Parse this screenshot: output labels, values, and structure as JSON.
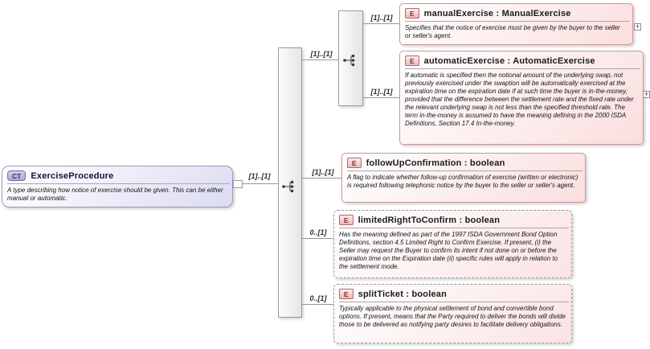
{
  "diagram_type": "xsd-schema-diagram",
  "root_box": {
    "badge": "CT",
    "title": "ExerciseProcedure",
    "description": "A type describing how notice of exercise should be given. This can be either manual or automatic."
  },
  "icons": {
    "expand": "+"
  },
  "cardinalities": {
    "root_to_sequence": "[1]..[1]",
    "sequence_to_choice": "[1]..[1]",
    "choice_to_manual_exercise": "[1]..[1]",
    "choice_to_automatic_exercise": "[1]..[1]",
    "sequence_to_follow_up_confirmation": "[1]..[1]",
    "sequence_to_limited_right_to_confirm": "0..[1]",
    "sequence_to_split_ticket": "0..[1]"
  },
  "elements": [
    {
      "badge": "E",
      "name": "manualExercise",
      "type": "ManualExercise",
      "label": "manualExercise : ManualExercise",
      "optional": false,
      "expandable": true,
      "description": "Specifies that the notice of exercise must be given by the buyer to the seller or seller's agent."
    },
    {
      "badge": "E",
      "name": "automaticExercise",
      "type": "AutomaticExercise",
      "label": "automaticExercise : AutomaticExercise",
      "optional": false,
      "expandable": true,
      "description": "If automatic is specified then the notional amount of the underlying swap, not previously exercised under the swaption will be automatically exercised at the expiration time on the expiration date if at such time the buyer is in-the-money, provided that the difference between the settlement rate and the fixed rate under the relevant underlying swap is not less than the specified threshold rate. The term in-the-money is assumed to have the meaning defining in the 2000 ISDA Definitions, Section 17.4 In-the-money."
    },
    {
      "badge": "E",
      "name": "followUpConfirmation",
      "type": "boolean",
      "label": "followUpConfirmation : boolean",
      "optional": false,
      "expandable": false,
      "description": "A flag to indicate whether follow-up confirmation of exercise (written or electronic) is required following telephonic notice by the buyer to the seller or seller's agent."
    },
    {
      "badge": "E",
      "name": "limitedRightToConfirm",
      "type": "boolean",
      "label": "limitedRightToConfirm : boolean",
      "optional": true,
      "expandable": false,
      "description": "Has the meaning defined as part of the 1997 ISDA Government Bond Option Definitions, section 4.5 Limited Right to Confirm Exercise. If present, (i) the Seller may request the Buyer to confirm its intent if not done on or before the expiration time on the Expiration date (ii) specific rules will apply in relation to the settlement mode."
    },
    {
      "badge": "E",
      "name": "splitTicket",
      "type": "boolean",
      "label": "splitTicket : boolean",
      "optional": true,
      "expandable": false,
      "description": "Typically applicable to the physical settlement of bond and convertible bond options. If present, means that the Party required to deliver the bonds will divide those to be delivered as notifying party desires to facilitate delivery obligations."
    }
  ],
  "colors": {
    "element_box_fill": "#fbdede",
    "element_box_border": "#c89898",
    "optional_box_border": "#9a9a9a",
    "complex_type_fill": "#dcdcf2",
    "complex_type_border": "#9a9ab4",
    "badge_e_fill": "#f2b8b8",
    "badge_ct_fill": "#a7a7d6",
    "connector_line": "#969696"
  }
}
